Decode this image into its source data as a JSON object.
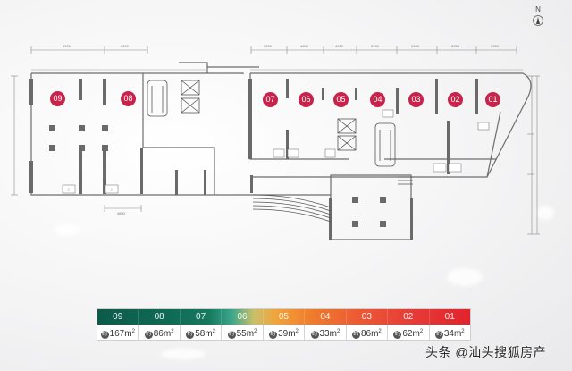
{
  "compass": {
    "label": "N"
  },
  "dimensions_top_left": [
    "8900",
    "6500"
  ],
  "dimensions_top_right": [
    "5200",
    "4850",
    "4000",
    "5900",
    "5450",
    "5950",
    "5950"
  ],
  "dimensions_bottom": [
    "4800"
  ],
  "units": [
    {
      "id": "09",
      "area": "167",
      "color": "#0d5b4a"
    },
    {
      "id": "08",
      "area": "86",
      "color": "#0f6b54"
    },
    {
      "id": "07",
      "area": "58",
      "color": "#167a5e"
    },
    {
      "id": "06",
      "area": "55",
      "color": "#8fb88a"
    },
    {
      "id": "05",
      "area": "39",
      "color": "#f2a33a"
    },
    {
      "id": "04",
      "area": "33",
      "color": "#f07a2c"
    },
    {
      "id": "03",
      "area": "86",
      "color": "#ec5a34"
    },
    {
      "id": "02",
      "area": "62",
      "color": "#e63a38"
    },
    {
      "id": "01",
      "area": "34",
      "color": "#e1242c"
    }
  ],
  "legend": {
    "approx_glyph": "约",
    "unit_suffix": "m",
    "unit_sup": "2"
  },
  "badge_color": "#c8234a",
  "watermark": "头条 @汕头搜狐房产"
}
